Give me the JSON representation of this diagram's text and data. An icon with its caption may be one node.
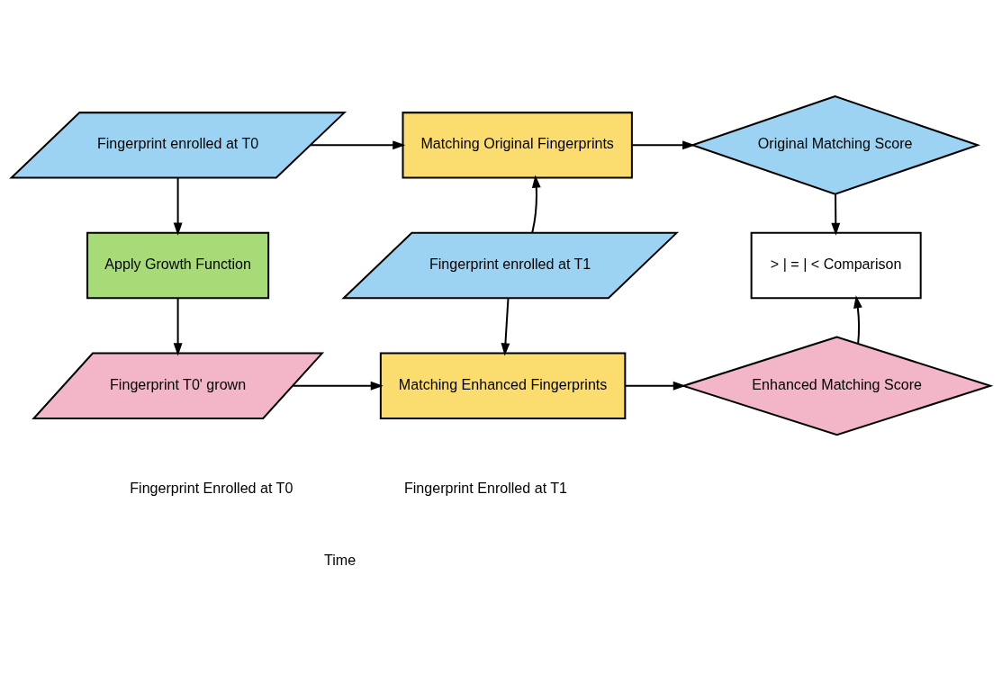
{
  "diagram": {
    "nodes": [
      {
        "text": [
          "Fingerprint enrolled at T0"
        ]
      },
      {
        "text": [
          "Matching Original Fingerprints"
        ]
      },
      {
        "text": [
          "Original Matching Score"
        ]
      },
      {
        "text": [
          "Apply Growth Function"
        ]
      },
      {
        "text": [
          "Fingerprint enrolled at T1"
        ]
      },
      {
        "text": [
          "> | = | < Comparison"
        ]
      },
      {
        "text": [
          "Fingerprint T0' grown"
        ]
      },
      {
        "text": [
          "Matching Enhanced Fingerprints"
        ]
      },
      {
        "text": [
          "Enhanced Matching Score"
        ]
      }
    ],
    "edges": [
      {
        "from": 0,
        "to": 1,
        "arrow": "to"
      },
      {
        "from": 1,
        "to": 2,
        "arrow": "to"
      },
      {
        "from": 0,
        "to": 3,
        "arrow": "to"
      },
      {
        "from": 4,
        "to": 1,
        "arrow": "to"
      },
      {
        "from": 2,
        "to": 5,
        "arrow": "to"
      },
      {
        "from": 3,
        "to": 6,
        "arrow": "to"
      },
      {
        "from": 4,
        "to": 7,
        "arrow": "to"
      },
      {
        "from": 8,
        "to": 5,
        "arrow": "to"
      },
      {
        "from": 6,
        "to": 7,
        "arrow": "to"
      },
      {
        "from": 7,
        "to": 8,
        "arrow": "to"
      }
    ],
    "labels": [
      "Fingerprint Enrolled at T0",
      "Fingerprint Enrolled at T1",
      "Time"
    ]
  }
}
